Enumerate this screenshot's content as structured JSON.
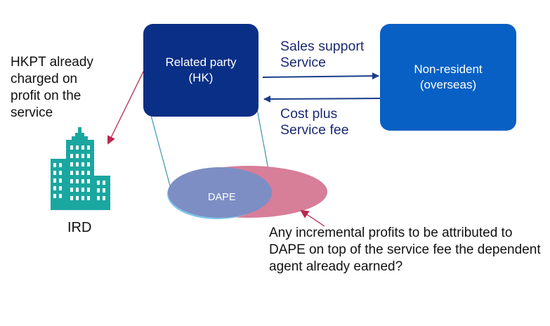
{
  "boxes": {
    "related_party": "Related party\n(HK)",
    "non_resident": "Non-resident\n(overseas)"
  },
  "arrows": {
    "sales_support": "Sales support\nService",
    "cost_plus": "Cost plus\nService fee"
  },
  "notes": {
    "hkpt": "HKPT already\ncharged on\nprofit on the\nservice",
    "ird": "IRD",
    "dape": "DAPE",
    "question": "Any incremental profits to be attributed to DAPE on top of the service fee the dependent agent already earned?"
  },
  "colors": {
    "dark_navy": "#0a2f86",
    "blue": "#0860c4",
    "building_teal": "#1aa7a0",
    "ellipse_pink": "#d77e98",
    "ellipse_blue": "#7d8ec4",
    "arrow_crimson": "#b8284e"
  },
  "icons": {
    "building": "building-icon"
  }
}
